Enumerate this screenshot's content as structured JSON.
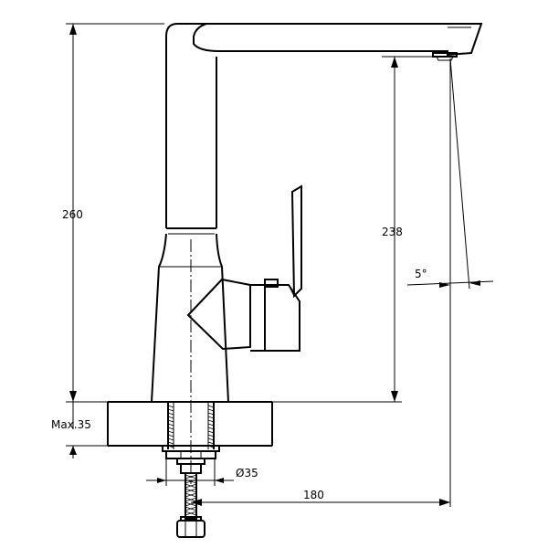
{
  "dimensions": {
    "total_height": "260",
    "spout_height": "238",
    "deck_thickness": "Max.35",
    "mount_hole": "Ø35",
    "spout_reach": "180",
    "spout_angle": "5°"
  }
}
